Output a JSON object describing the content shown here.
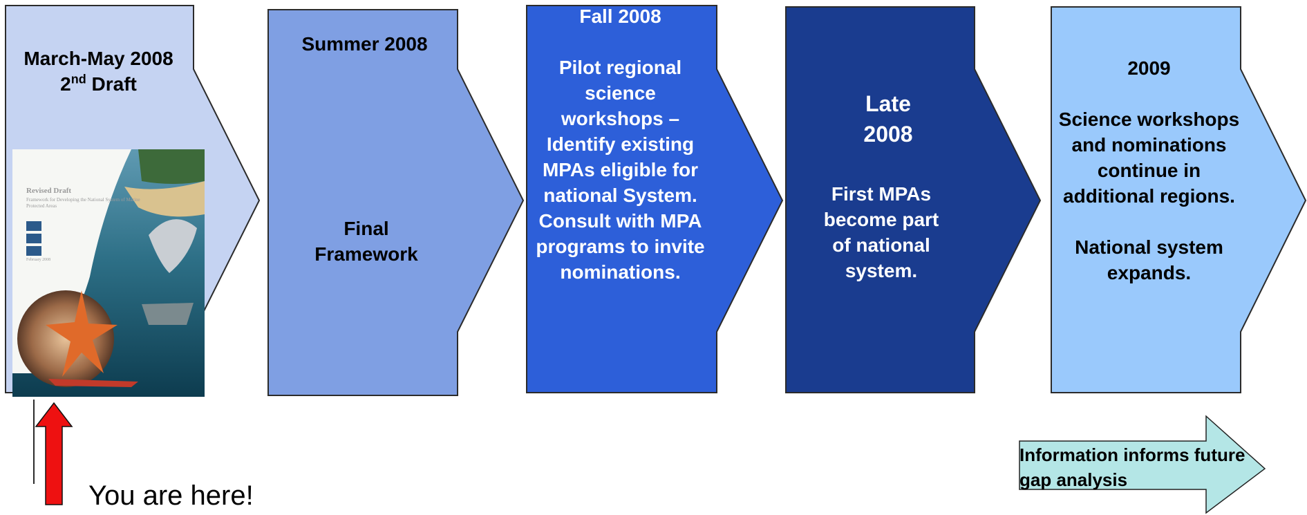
{
  "colors": {
    "step1": "#c5d3f2",
    "step2": "#7f9fe3",
    "step3": "#2d5fd9",
    "step4": "#1a3c8f",
    "step5": "#9ac9fc",
    "info_arrow": "#b4e6e6",
    "here_arrow": "#ee1111",
    "outline": "#2b2b2b"
  },
  "steps": [
    {
      "title": "March-May 2008",
      "subtitle_prefix": "2",
      "subtitle_sup": "nd",
      "subtitle_rest": " Draft"
    },
    {
      "title": "Summer 2008",
      "body": "Final Framework"
    },
    {
      "title": "Fall 2008",
      "body": "Pilot regional science workshops – Identify existing MPAs eligible for national System. Consult with MPA programs to invite nominations."
    },
    {
      "title": "Late 2008",
      "body": "First  MPAs become part of national system."
    },
    {
      "title": "2009",
      "body1": "Science workshops and nominations continue in additional regions.",
      "body2": "National system expands."
    }
  ],
  "document_thumbnail": {
    "heading": "Revised Draft",
    "subheading": "Framework for Developing the National System of Marine Protected Areas",
    "date": "February 2008"
  },
  "you_are_here": "You are here!",
  "info_arrow_text": "Information informs future gap analysis"
}
